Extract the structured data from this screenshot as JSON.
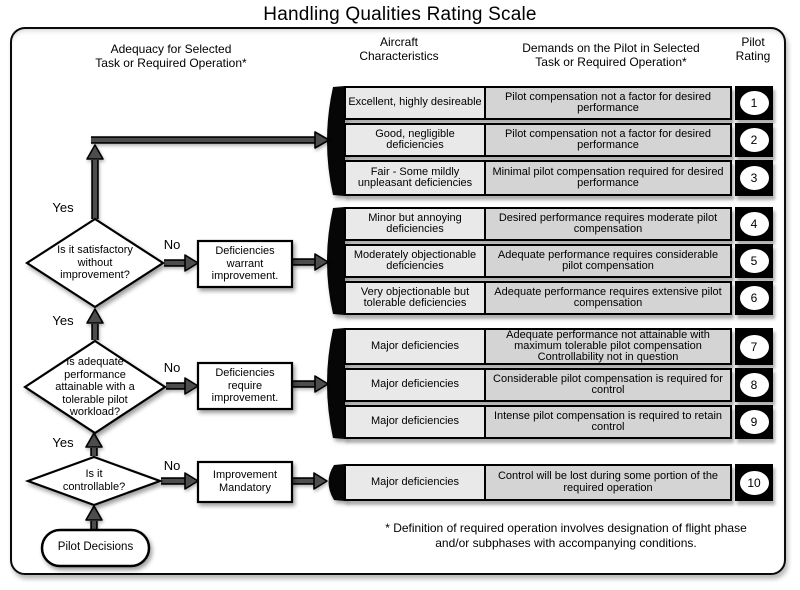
{
  "title": "Handling Qualities Rating Scale",
  "headers": {
    "adequacy": [
      "Adequacy for Selected",
      "Task or Required  Operation*"
    ],
    "aircraft": [
      "Aircraft",
      "Characteristics"
    ],
    "demands": [
      "Demands on the Pilot in Selected",
      "Task or Required Operation*"
    ],
    "pilot_rating": [
      "Pilot",
      "Rating"
    ]
  },
  "flowchart": {
    "decisions": [
      {
        "question": [
          "Is it satisfactory",
          "without",
          "improvement?"
        ],
        "yes_label": "Yes",
        "no_label": "No"
      },
      {
        "question": [
          "Is adequate",
          "performance",
          "attainable with a",
          "tolerable pilot",
          "workload?"
        ],
        "yes_label": "Yes",
        "no_label": "No"
      },
      {
        "question": [
          "Is it",
          "controllable?"
        ],
        "yes_label": "Yes",
        "no_label": "No"
      }
    ],
    "action_boxes": [
      {
        "label": [
          "Deficiencies",
          "warrant",
          "improvement."
        ]
      },
      {
        "label": [
          "Deficiencies",
          "require",
          "improvement."
        ]
      },
      {
        "label": [
          "Improvement",
          "Mandatory"
        ]
      }
    ],
    "start_node": "Pilot Decisions"
  },
  "rows": [
    {
      "characteristics": "Excellent, highly desireable",
      "demands": "Pilot compensation not a factor for desired performance",
      "rating": "1"
    },
    {
      "characteristics": "Good, negligible deficiencies",
      "demands": "Pilot compensation not a factor for desired performance",
      "rating": "2"
    },
    {
      "characteristics": "Fair - Some mildly unpleasant deficiencies",
      "demands": "Minimal pilot compensation required for desired performance",
      "rating": "3"
    },
    {
      "characteristics": "Minor but annoying deficiencies",
      "demands": "Desired performance requires moderate pilot compensation",
      "rating": "4"
    },
    {
      "characteristics": "Moderately objectionable deficiencies",
      "demands": "Adequate performance requires considerable pilot compensation",
      "rating": "5"
    },
    {
      "characteristics": "Very objectionable but tolerable deficiencies",
      "demands": "Adequate performance requires extensive pilot compensation",
      "rating": "6"
    },
    {
      "characteristics": "Major deficiencies",
      "demands": [
        "Adequate performance not attainable with maximum tolerable pilot compensation",
        "Controllability not in question"
      ],
      "rating": "7"
    },
    {
      "characteristics": "Major deficiencies",
      "demands": "Considerable pilot compensation is required for control",
      "rating": "8"
    },
    {
      "characteristics": "Major deficiencies",
      "demands": "Intense pilot compensation is required to retain control",
      "rating": "9"
    },
    {
      "characteristics": "Major deficiencies",
      "demands": "Control will be lost during some portion of the required operation",
      "rating": "10"
    }
  ],
  "footnote": [
    "* Definition of required operation involves designation of flight phase",
    "and/or subphases with accompanying conditions."
  ],
  "colors": {
    "cell_characteristics": "#e9e9e9",
    "cell_demands": "#d4d4d4",
    "rating_bg": "#000000",
    "arrow_gray": "#4d4d4d",
    "outline": "#000000"
  }
}
